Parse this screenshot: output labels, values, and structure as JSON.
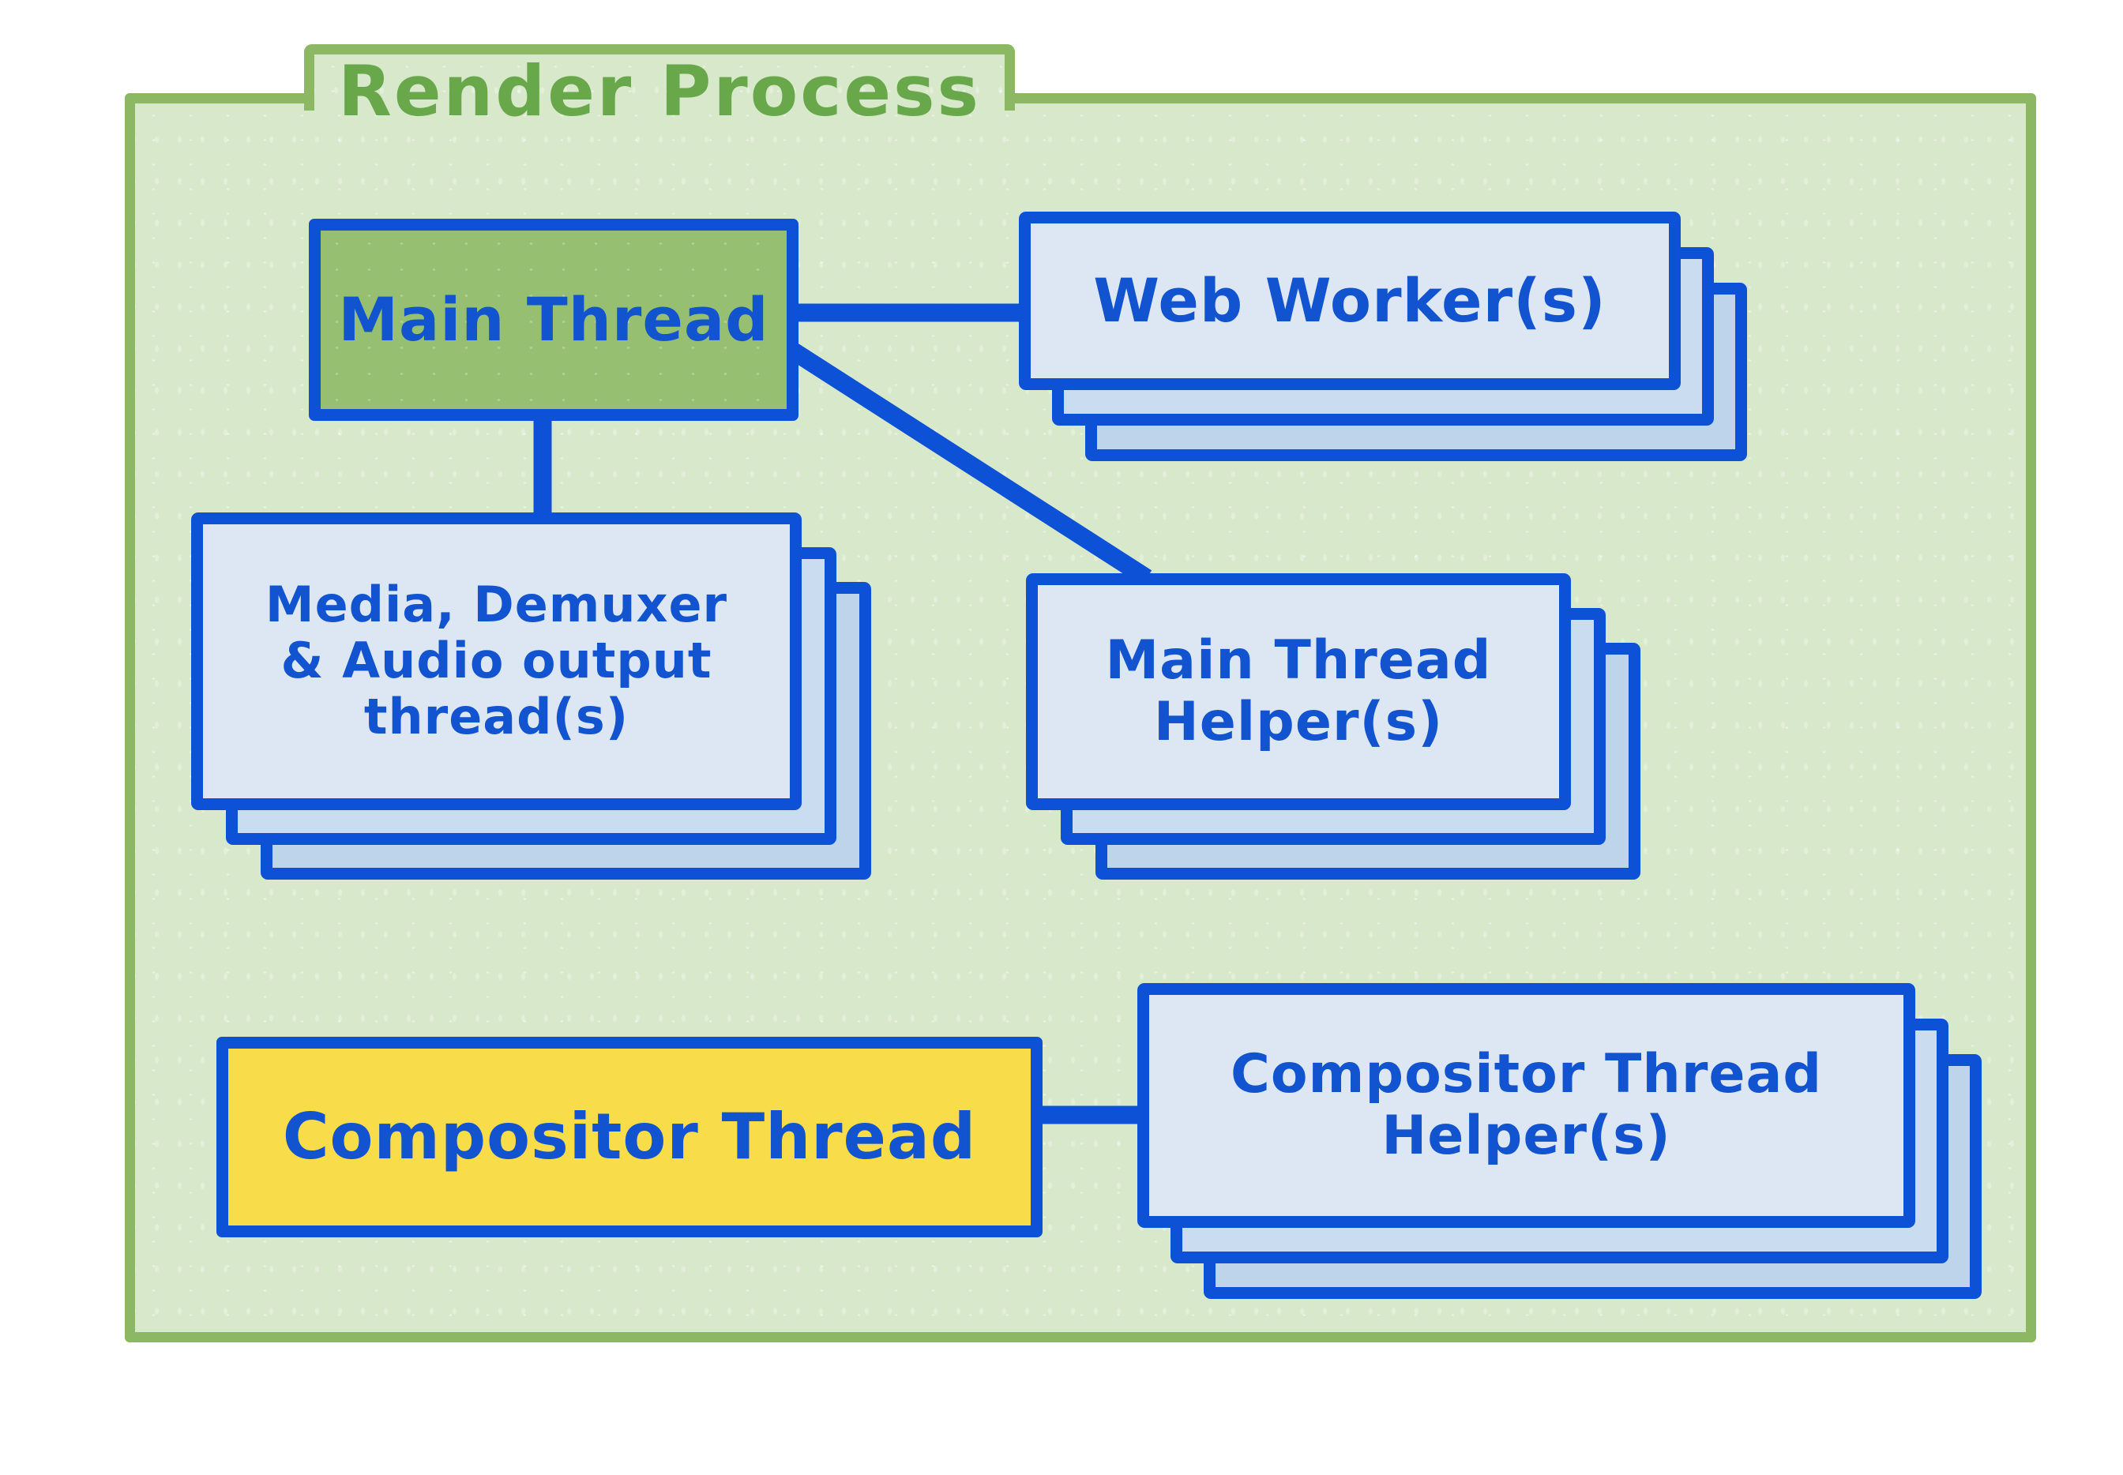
{
  "title": "Render Process",
  "nodes": {
    "main_thread": {
      "label": "Main Thread"
    },
    "web_workers": {
      "label": "Web Worker(s)"
    },
    "media": {
      "lines": [
        "Media, Demuxer",
        "& Audio output",
        "thread(s)"
      ]
    },
    "main_thread_helpers": {
      "lines": [
        "Main Thread",
        "Helper(s)"
      ]
    },
    "compositor": {
      "label": "Compositor Thread"
    },
    "compositor_helpers": {
      "lines": [
        "Compositor Thread",
        "Helper(s)"
      ]
    }
  },
  "edges": [
    {
      "from": "main_thread",
      "to": "web_workers"
    },
    {
      "from": "main_thread",
      "to": "media"
    },
    {
      "from": "main_thread",
      "to": "main_thread_helpers"
    },
    {
      "from": "compositor",
      "to": "compositor_helpers"
    }
  ],
  "colors": {
    "container_fill": "#d8e8ca",
    "container_border": "#8cb763",
    "title_text": "#68a84b",
    "node_border": "#0d52d6",
    "text_blue": "#1254d0",
    "main_thread_fill": "#96bf71",
    "card_fill": "#dde7f3",
    "card_fill_2": "#cadcef",
    "card_fill_3": "#bed4ea",
    "compositor_fill": "#f8dc4a"
  }
}
